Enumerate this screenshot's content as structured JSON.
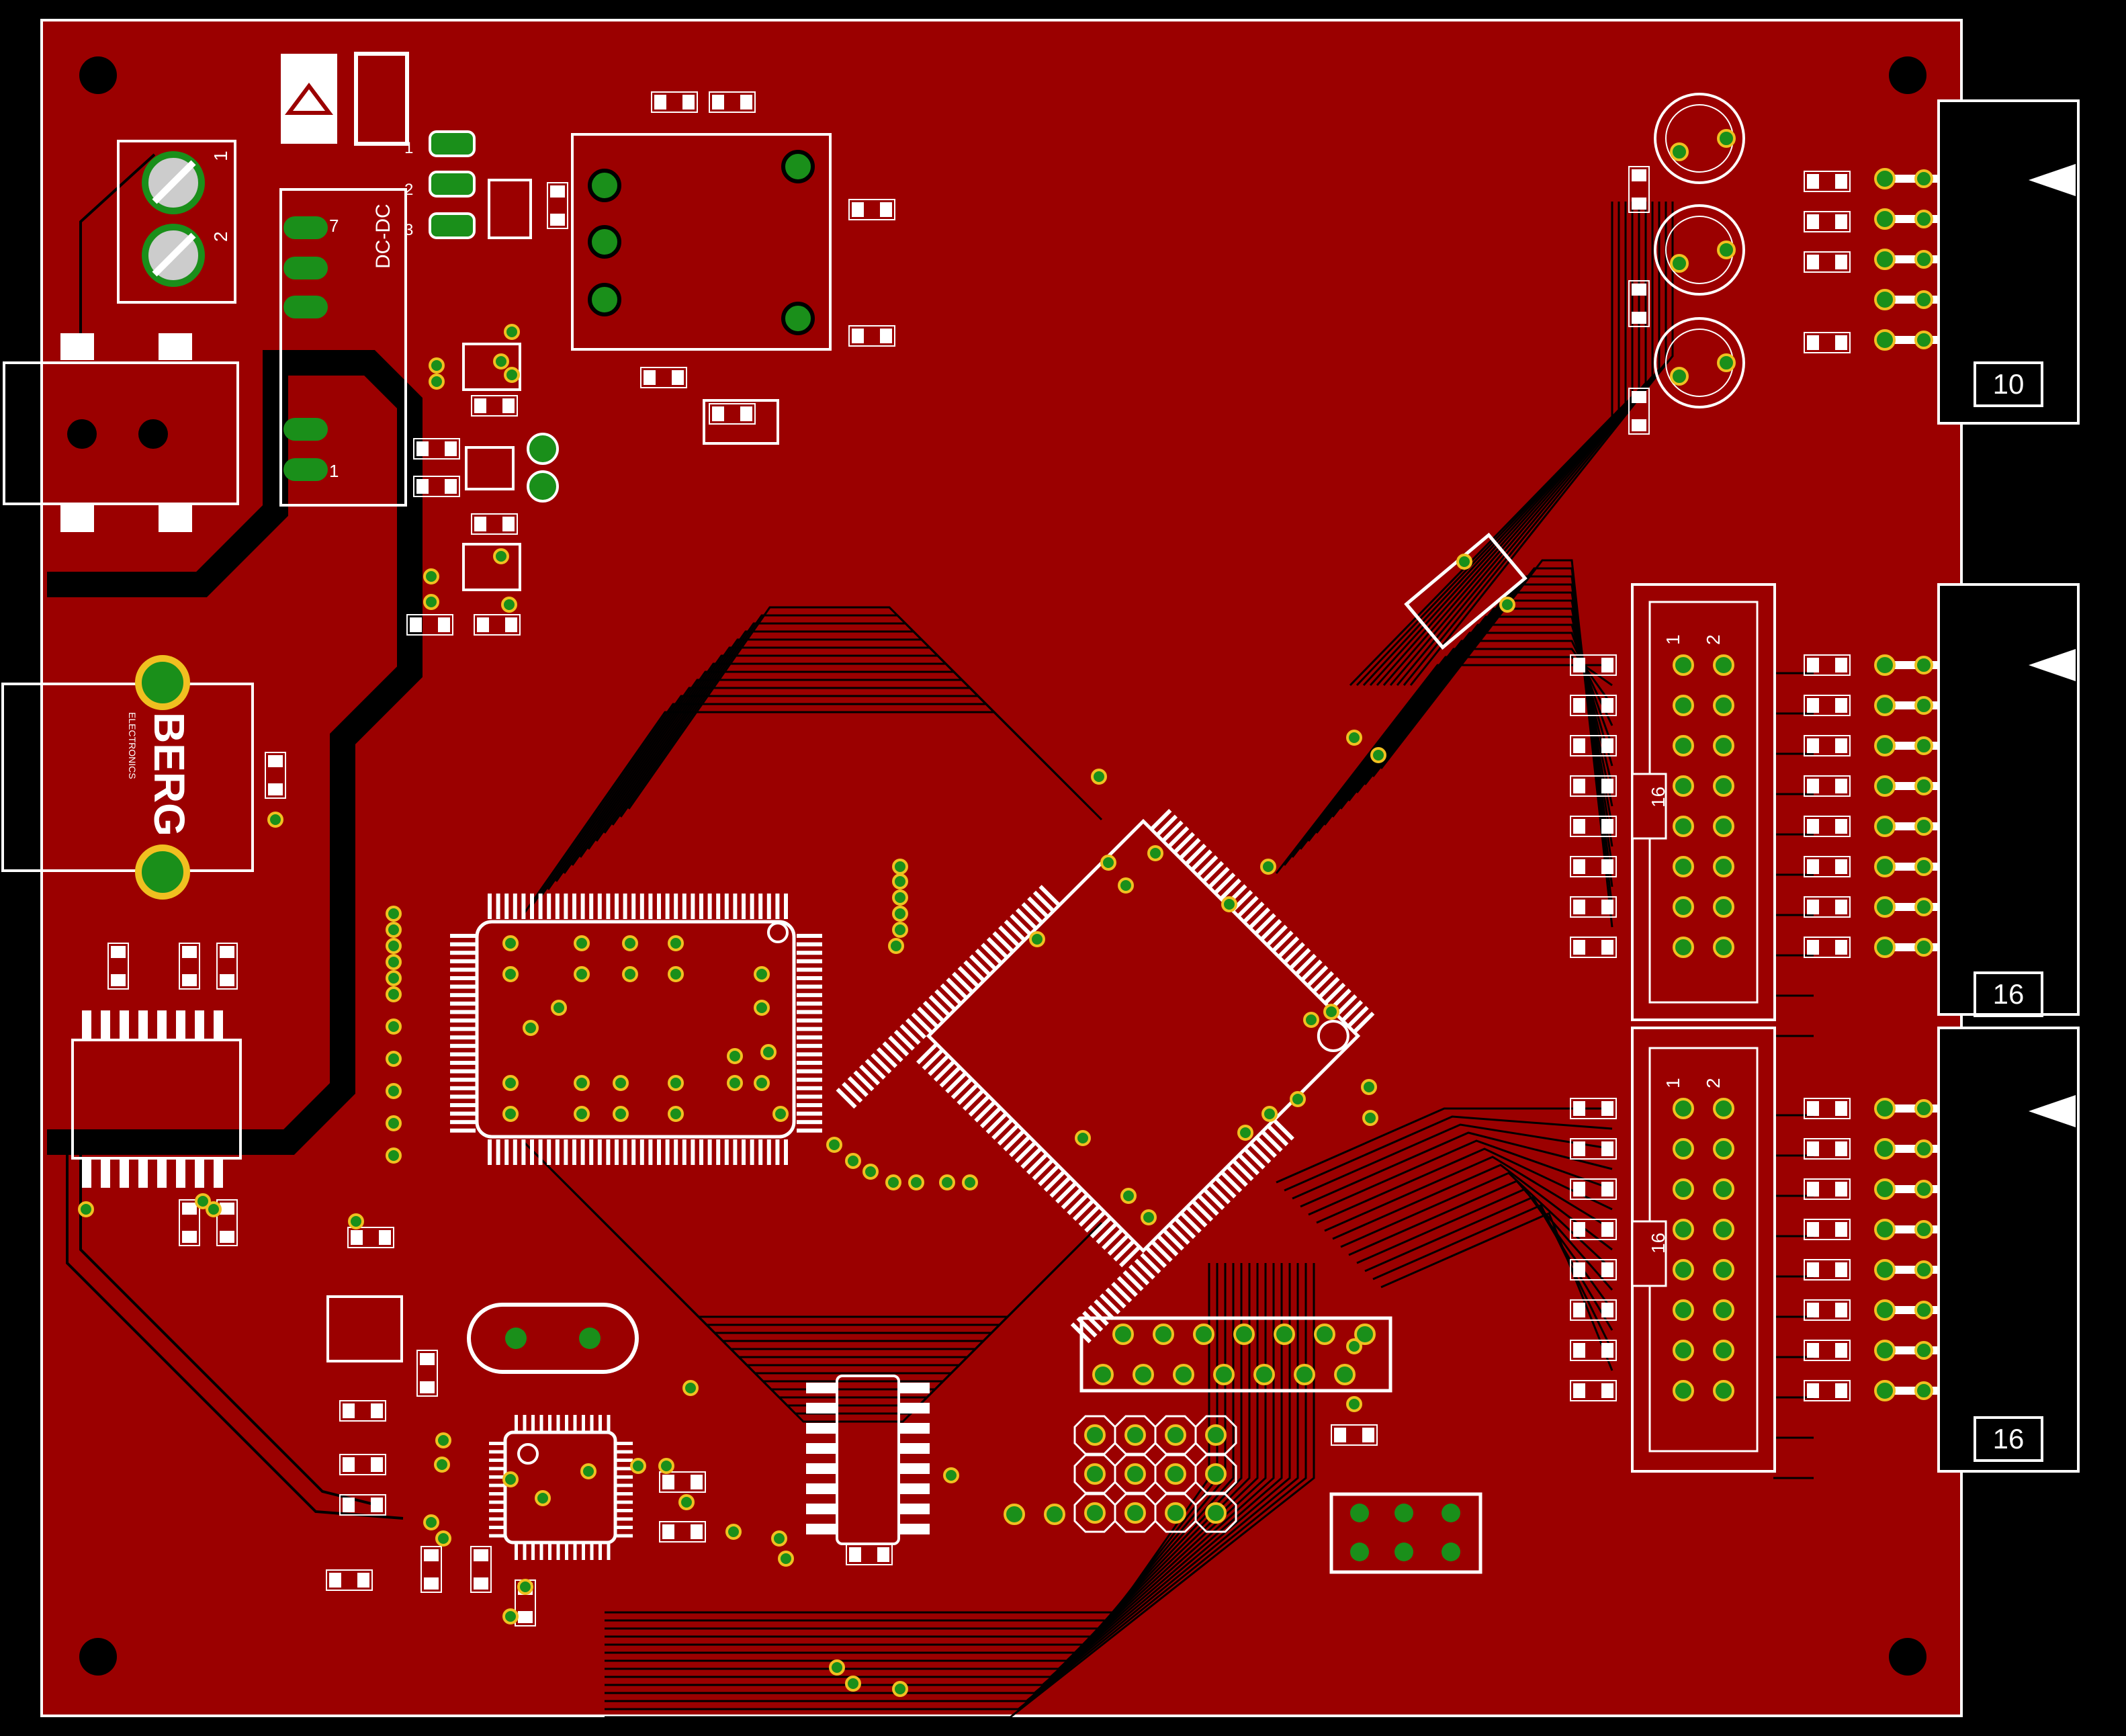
{
  "board": {
    "colors": {
      "background": "#000000",
      "copper": "#9b0000",
      "trace": "#000000",
      "silkscreen": "#ffffff",
      "pad": "#ffffff",
      "via_ring": "#1a8f1a",
      "via_hole": "#f0c020"
    },
    "labels": {
      "dcdc": "DC-DC",
      "pin7": "7",
      "pin1": "1",
      "terminal_1": "1",
      "terminal_2": "2",
      "jumper_1": "1",
      "jumper_2": "2",
      "jumper_3": "3",
      "berg_brand": "BERG",
      "berg_sub": "ELECTRONICS",
      "conn_top_count": "10",
      "conn_mid_count": "16",
      "conn_bot_count": "16",
      "header_mid_count": "16",
      "header_bot_count": "16",
      "row_1": "1",
      "row_2": "2"
    }
  }
}
